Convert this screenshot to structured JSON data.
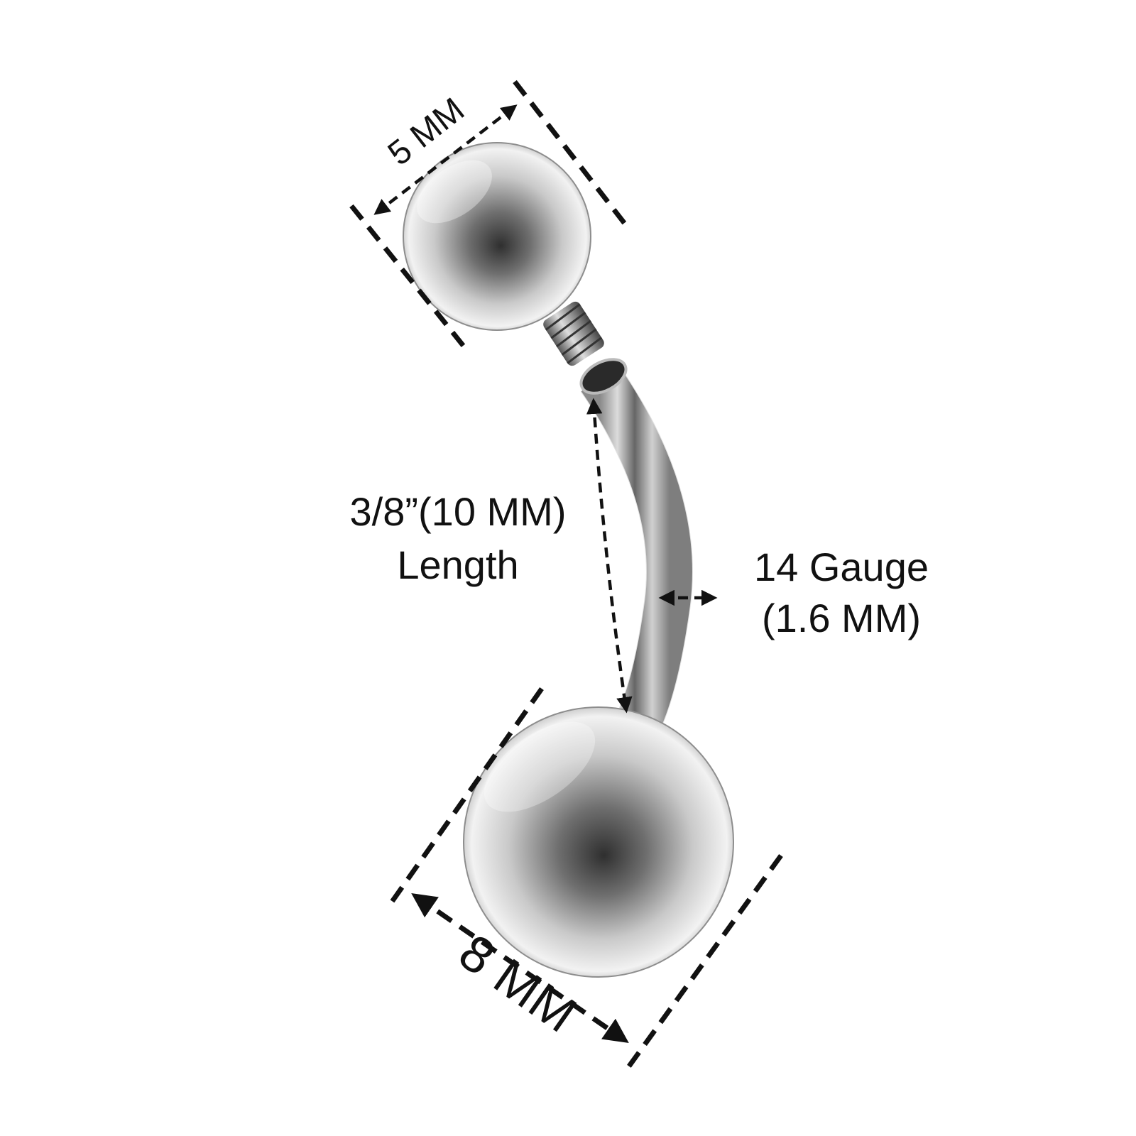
{
  "labels": {
    "top_ball_size": "5 MM",
    "length_line1": "3/8”(10 MM)",
    "length_line2": "Length",
    "gauge_line1": "14 Gauge",
    "gauge_line2": "(1.6 MM)",
    "bottom_ball_size": "8 MM"
  },
  "colors": {
    "ink": "#111111",
    "metal_light": "#f4f4f4",
    "metal_mid": "#9a9a9a",
    "metal_dark": "#3e3e3e"
  }
}
